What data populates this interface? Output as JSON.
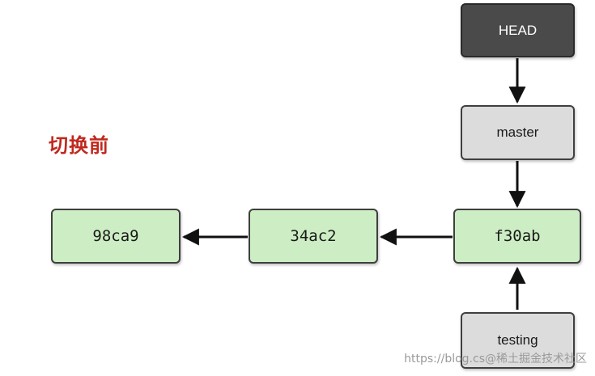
{
  "caption": "切换前",
  "head_label": "HEAD",
  "branches": {
    "master": "master",
    "testing": "testing"
  },
  "commits": [
    "98ca9",
    "34ac2",
    "f30ab"
  ],
  "watermark": "https://blog.cs@稀土掘金技术社区",
  "colors": {
    "commit_fill": "#cdeec4",
    "ref_fill": "#dcdcdc",
    "head_fill": "#4a4a4a",
    "caption": "#c0281e"
  }
}
